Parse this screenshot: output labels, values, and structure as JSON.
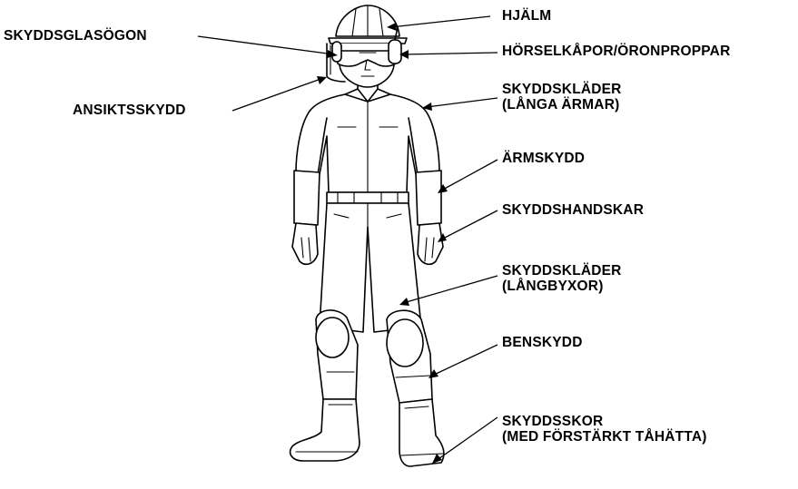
{
  "labels": {
    "helmet": "HJÄLM",
    "goggles": "SKYDDSGLASÖGON",
    "earmuffs": "HÖRSELKÅPOR/ÖRONPROPPAR",
    "face_shield": "ANSIKTSSKYDD",
    "jacket_line1": "SKYDDSKLÄDER",
    "jacket_line2": "(LÅNGA ÄRMAR)",
    "arm_guard": "ÄRMSKYDD",
    "gloves": "SKYDDSHANDSKAR",
    "trousers_line1": "SKYDDSKLÄDER",
    "trousers_line2": "(LÅNGBYXOR)",
    "leg_guard": "BENSKYDD",
    "boots_line1": "SKYDDSSKOR",
    "boots_line2": "(MED FÖRSTÄRKT TÅHÄTTA)"
  },
  "colors": {
    "ink": "#000000",
    "background": "#ffffff"
  }
}
